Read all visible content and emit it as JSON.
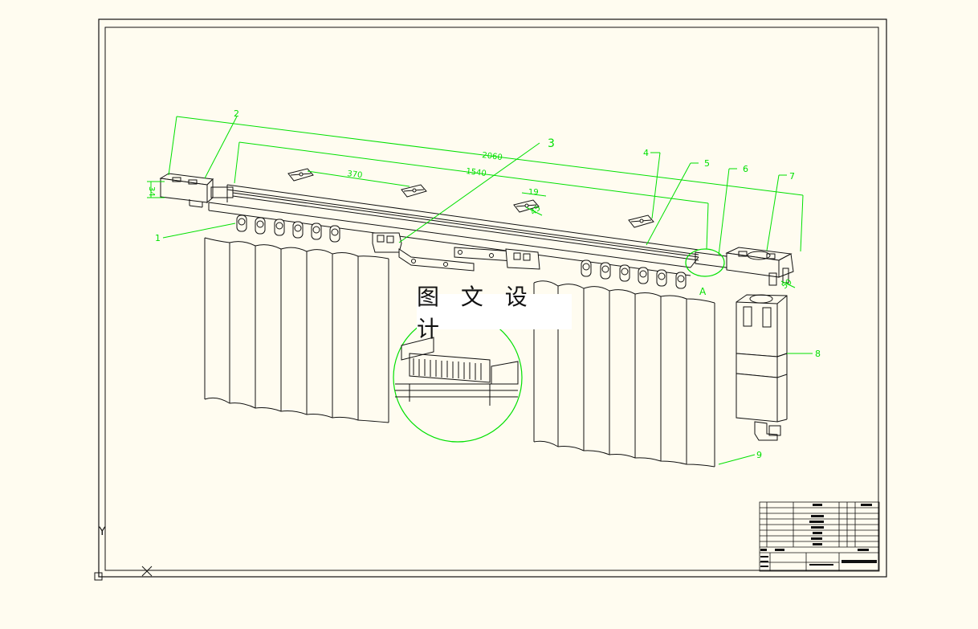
{
  "watermark": "图 文 设 计",
  "colors": {
    "background": "#fffcf0",
    "line": "#111111",
    "dimension": "#00e000"
  },
  "dimensions": {
    "overall_length": "2060",
    "inner_length": "1540",
    "bracket_spacing": "370",
    "bracket_width": "19",
    "bracket_depth": "45",
    "rail_height": "34",
    "end_cap": "50"
  },
  "callouts": [
    "1",
    "2",
    "3",
    "4",
    "5",
    "6",
    "7",
    "8",
    "9"
  ],
  "detail_label": "A",
  "axis": {
    "y": "Y",
    "x": "X"
  }
}
